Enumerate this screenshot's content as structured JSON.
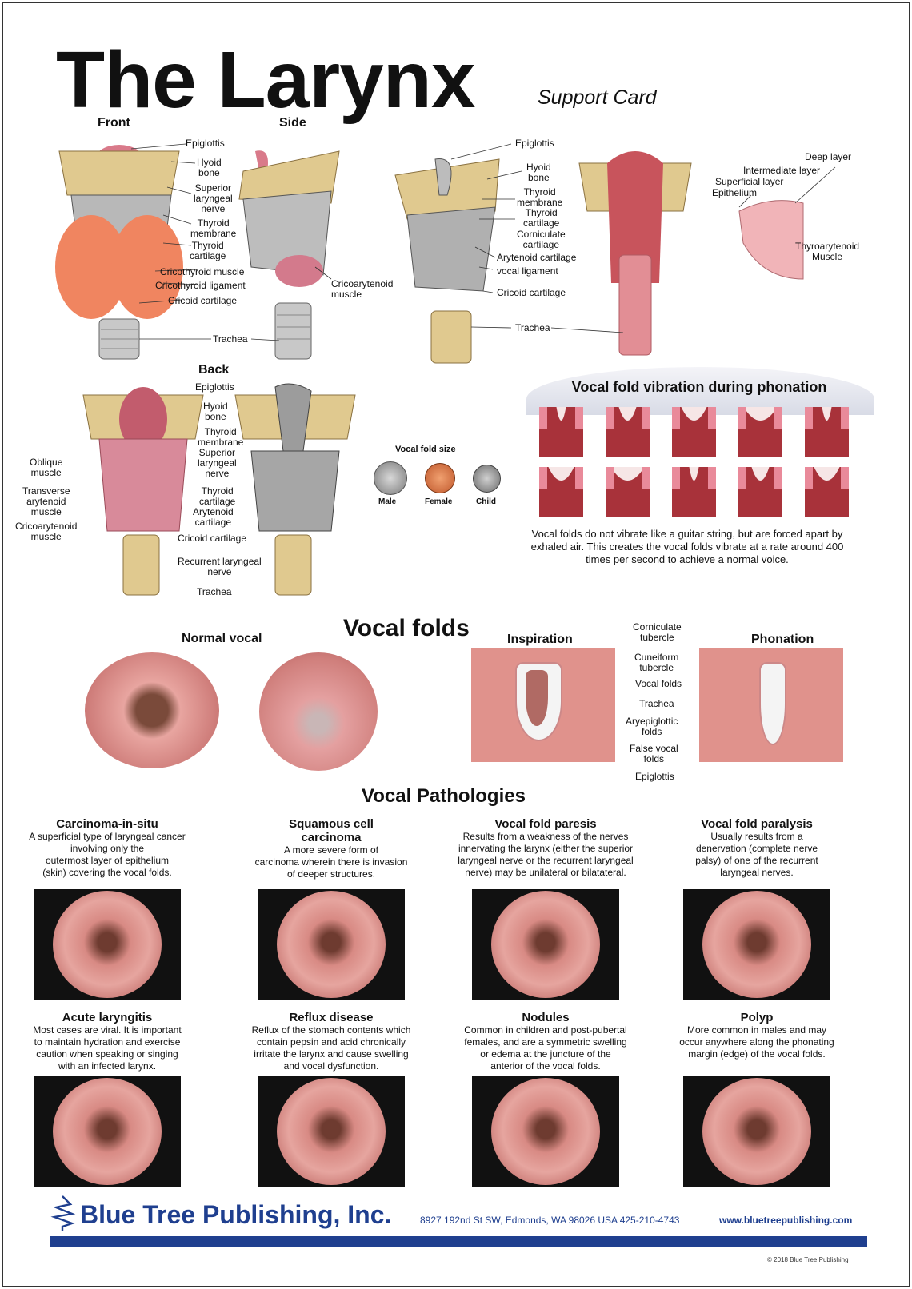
{
  "header": {
    "title": "The Larynx",
    "subtitle": "Support Card"
  },
  "views": {
    "front": "Front",
    "side": "Side",
    "back": "Back"
  },
  "front_labels": {
    "epiglottis": "Epiglottis",
    "hyoid": [
      "Hyoid",
      "bone"
    ],
    "superior": [
      "Superior",
      "laryngeal",
      "nerve"
    ],
    "thyroid_membrane": [
      "Thyroid",
      "membrane"
    ],
    "thyroid_cartilage": [
      "Thyroid",
      "cartilage"
    ],
    "cricothyroid_muscle": "Cricothyroid muscle",
    "cricothyroid_ligament": "Cricothyroid ligament",
    "cricoid": "Cricoid cartilage",
    "cricoarytenoid": [
      "Cricoarytenoid",
      "muscle"
    ],
    "trachea": "Trachea"
  },
  "inner_labels": {
    "epiglottis": "Epiglottis",
    "hyoid": [
      "Hyoid",
      "bone"
    ],
    "thyroid_membrane": [
      "Thyroid",
      "membrane"
    ],
    "thyroid_cartilage": [
      "Thyroid",
      "cartilage"
    ],
    "corniculate": [
      "Corniculate",
      "cartilage"
    ],
    "arytenoid": "Arytenoid cartilage",
    "vocal_ligament": "vocal ligament",
    "cricoid": "Cricoid cartilage",
    "trachea": "Trachea"
  },
  "layers": {
    "deep": "Deep layer",
    "intermediate": "Intermediate layer",
    "superficial": "Superficial layer",
    "epithelium": "Epithelium",
    "thyroarytenoid": [
      "Thyroarytenoid",
      "Muscle"
    ]
  },
  "back_labels": {
    "epiglottis": "Epiglottis",
    "hyoid": [
      "Hyoid",
      "bone"
    ],
    "thyroid_membrane": [
      "Thyroid",
      "membrane"
    ],
    "superior": [
      "Superior",
      "laryngeal",
      "nerve"
    ],
    "thyroid_cartilage": [
      "Thyroid",
      "cartilage"
    ],
    "arytenoid": [
      "Arytenoid",
      "cartilage"
    ],
    "cricoid": "Cricoid cartilage",
    "recurrent": [
      "Recurrent laryngeal",
      "nerve"
    ],
    "trachea": "Trachea",
    "oblique": [
      "Oblique",
      "muscle"
    ],
    "transverse": [
      "Transverse",
      "arytenoid",
      "muscle"
    ],
    "cricoarytenoid": [
      "Cricoarytenoid",
      "muscle"
    ]
  },
  "fold_size": {
    "title": "Vocal fold size",
    "items": [
      {
        "label": "Male",
        "color": "#9c9c9c"
      },
      {
        "label": "Female",
        "color": "#d9774a"
      },
      {
        "label": "Child",
        "color": "#8e8e8e"
      }
    ]
  },
  "vibration": {
    "title": "Vocal fold vibration during phonation",
    "text": [
      "Vocal folds do not vibrate like a guitar string, but are forced apart by",
      "exhaled air. This creates the vocal folds vibrate at a rate around 400",
      "times per second to achieve a normal voice."
    ]
  },
  "vocal_folds": {
    "title": "Vocal folds",
    "normal": "Normal vocal",
    "inspiration": "Inspiration",
    "phonation": "Phonation",
    "labels": {
      "corniculate": [
        "Corniculate",
        "tubercle"
      ],
      "cuneiform": [
        "Cuneiform",
        "tubercle"
      ],
      "vocal_folds": "Vocal folds",
      "trachea": "Trachea",
      "aryepiglottic": [
        "Aryepiglottic",
        "folds"
      ],
      "false_vocal": [
        "False vocal",
        "folds"
      ],
      "epiglottis": "Epiglottis"
    }
  },
  "pathologies": {
    "title": "Vocal Pathologies",
    "row1": [
      {
        "name": [
          "Carcinoma-in-situ"
        ],
        "desc": [
          "A superficial type of laryngeal cancer",
          "involving only the",
          "outermost layer of epithelium",
          "(skin) covering the vocal folds."
        ]
      },
      {
        "name": [
          "Squamous cell",
          "carcinoma"
        ],
        "desc": [
          "A more severe form of",
          "carcinoma wherein there is invasion",
          "of deeper structures."
        ]
      },
      {
        "name": [
          "Vocal fold paresis"
        ],
        "desc": [
          "Results from a weakness of the nerves",
          "innervating the larynx (either the superior",
          "laryngeal nerve or the recurrent laryngeal",
          "nerve) may be unilateral or bilatateral."
        ]
      },
      {
        "name": [
          "Vocal fold paralysis"
        ],
        "desc": [
          "Usually results from a",
          "denervation (complete nerve",
          "palsy) of one of the recurrent",
          "laryngeal nerves."
        ]
      }
    ],
    "row2": [
      {
        "name": [
          "Acute laryngitis"
        ],
        "desc": [
          "Most cases are viral. It is important",
          "to maintain hydration and exercise",
          "caution when speaking or singing",
          "with an infected larynx."
        ]
      },
      {
        "name": [
          "Reflux disease"
        ],
        "desc": [
          "Reflux of the stomach contents which",
          "contain pepsin and acid chronically",
          "irritate the larynx and cause swelling",
          "and vocal dysfunction."
        ]
      },
      {
        "name": [
          "Nodules"
        ],
        "desc": [
          "Common in children and post-pubertal",
          "females, and are a symmetric swelling",
          "or edema at the juncture of the",
          "anterior of the vocal folds."
        ]
      },
      {
        "name": [
          "Polyp"
        ],
        "desc": [
          "More common in males and may",
          "occur anywhere along the phonating",
          "margin (edge) of the vocal folds."
        ]
      }
    ]
  },
  "footer": {
    "brand": "Blue Tree Publishing, Inc.",
    "address": "8927 192nd St SW, Edmonds, WA 98026 USA 425-210-4743",
    "website": "www.bluetreepublishing.com",
    "copyright": "© 2018 Blue Tree Publishing"
  },
  "colors": {
    "brand": "#1f3f8f",
    "tissue": "#d98a7f",
    "cartilage": "#d9c48a",
    "muscle": "#c96f6f"
  }
}
